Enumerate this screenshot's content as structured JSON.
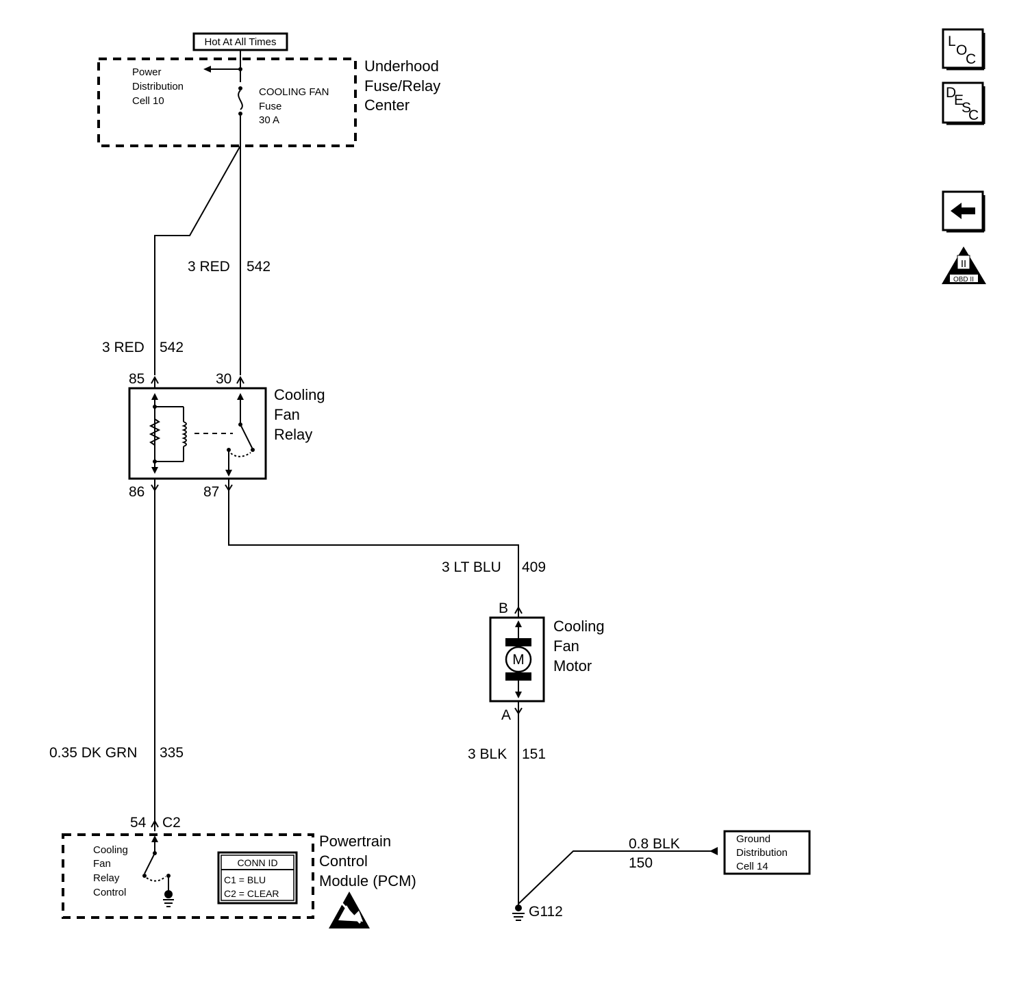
{
  "header": {
    "hot_label": "Hot At All Times"
  },
  "fuse_center": {
    "name": [
      "Underhood",
      "Fuse/Relay",
      "Center"
    ],
    "power_dist": [
      "Power",
      "Distribution",
      "Cell 10"
    ],
    "fuse": [
      "COOLING FAN",
      "Fuse",
      "30 A"
    ]
  },
  "wires": {
    "w542_upper": {
      "gauge_color": "3 RED",
      "circuit": "542"
    },
    "w542_left": {
      "gauge_color": "3 RED",
      "circuit": "542"
    },
    "w409": {
      "gauge_color": "3 LT BLU",
      "circuit": "409"
    },
    "w335": {
      "gauge_color": "0.35 DK GRN",
      "circuit": "335"
    },
    "w151": {
      "gauge_color": "3 BLK",
      "circuit": "151"
    },
    "w150": {
      "gauge_color": "0.8 BLK",
      "circuit": "150"
    }
  },
  "relay": {
    "name": [
      "Cooling",
      "Fan",
      "Relay"
    ],
    "pins": {
      "p85": "85",
      "p30": "30",
      "p86": "86",
      "p87": "87"
    }
  },
  "motor": {
    "name": [
      "Cooling",
      "Fan",
      "Motor"
    ],
    "symbol": "M",
    "pins": {
      "b": "B",
      "a": "A"
    }
  },
  "pcm": {
    "name": [
      "Powertrain",
      "Control",
      "Module (PCM)"
    ],
    "pin": "54",
    "connector": "C2",
    "control": [
      "Cooling",
      "Fan",
      "Relay",
      "Control"
    ],
    "conn_id": {
      "title": "CONN ID",
      "c1": "C1 = BLU",
      "c2": "C2 = CLEAR"
    }
  },
  "ground": {
    "g112": "G112",
    "dist": [
      "Ground",
      "Distribution",
      "Cell 14"
    ]
  },
  "side_icons": {
    "loc": {
      "a": "L",
      "b": "O",
      "c": "C"
    },
    "desc": {
      "a": "D",
      "b": "E",
      "c": "S",
      "d": "C"
    },
    "obd": {
      "roman": "II",
      "label": "OBD II"
    }
  }
}
